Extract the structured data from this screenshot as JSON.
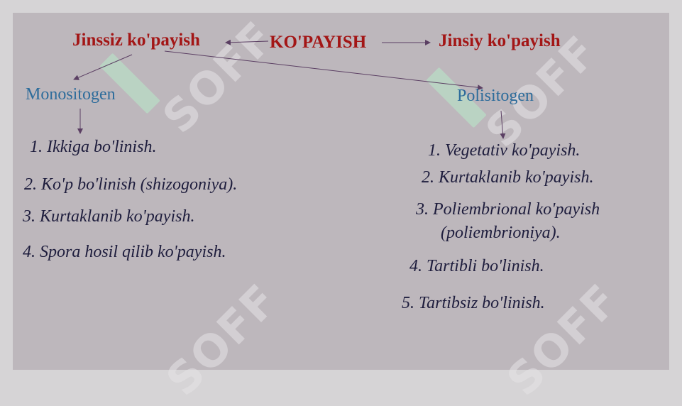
{
  "title": "KO'PAYISH",
  "left_branch": {
    "label": "Jinssiz ko'payish",
    "subtype": "Monositogen",
    "items": [
      "1. Ikkiga bo'linish.",
      "2. Ko'p bo'linish (shizogoniya).",
      "3. Kurtaklanib ko'payish.",
      "4. Spora hosil qilib ko'payish."
    ]
  },
  "right_branch": {
    "label": "Jinsiy ko'payish",
    "subtype": "Polisitogen",
    "items": [
      "1. Vegetativ ko'payish.",
      "2.  Kurtaklanib ko'payish.",
      "3.   Poliembrional ko'payish",
      "(poliembrioniya).",
      "4. Tartibli bo'linish.",
      "5. Tartibsiz bo'linish."
    ]
  },
  "watermark": "SOFF",
  "colors": {
    "heading": "#a31616",
    "subtype": "#2d6c9b",
    "item": "#1e1d3d",
    "arrow": "#5b3f63",
    "background": "#bdb7bc"
  }
}
